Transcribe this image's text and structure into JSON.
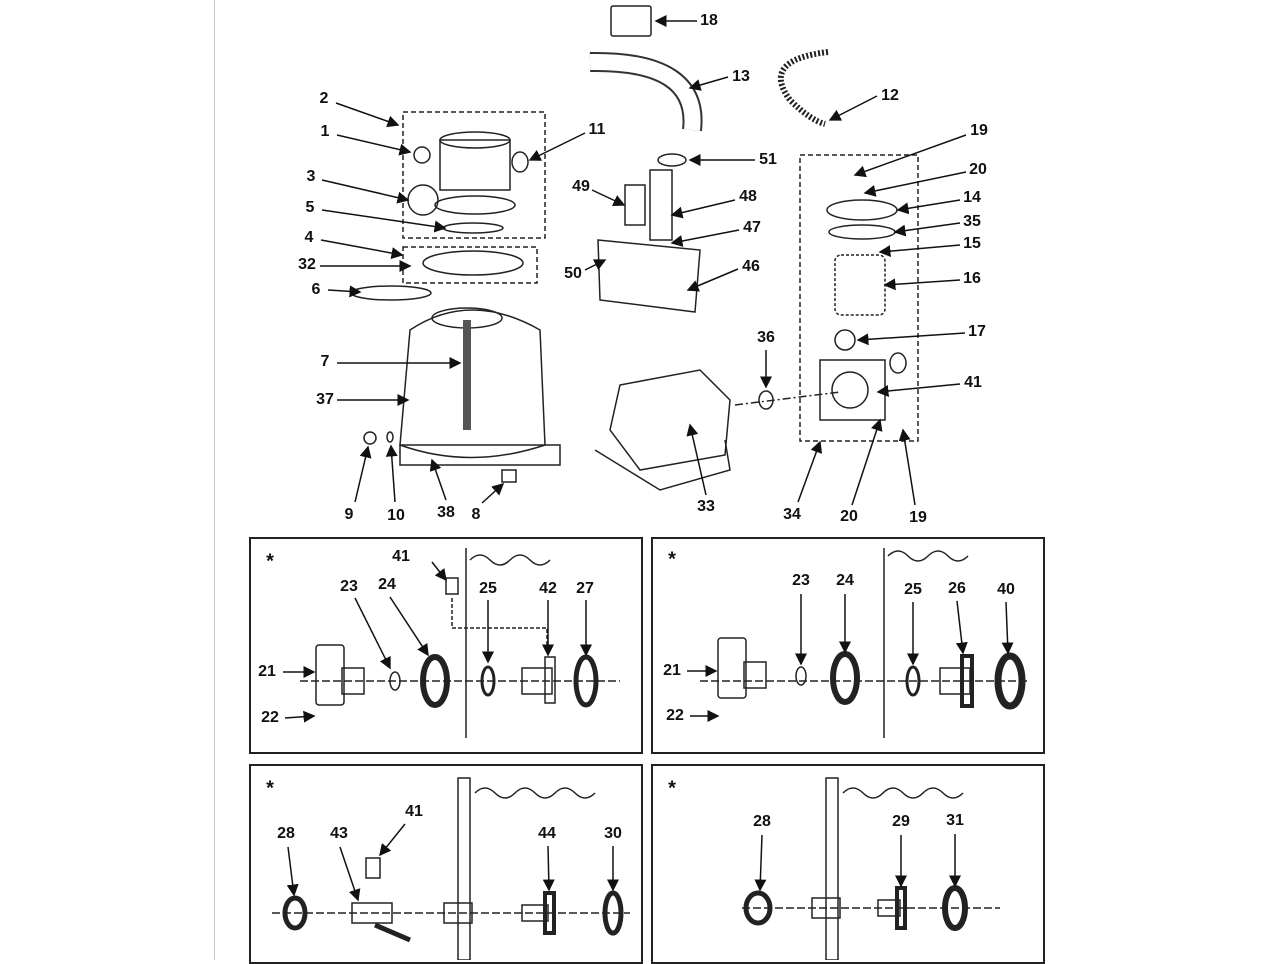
{
  "callouts": [
    "18",
    "13",
    "12",
    "2",
    "1",
    "11",
    "19",
    "51",
    "20",
    "3",
    "49",
    "48",
    "14",
    "5",
    "35",
    "47",
    "4",
    "15",
    "32",
    "46",
    "50",
    "16",
    "6",
    "17",
    "36",
    "7",
    "41",
    "37",
    "9",
    "10",
    "38",
    "8",
    "33",
    "34",
    "20",
    "19"
  ],
  "panel1": {
    "star": "*",
    "callouts": [
      "41",
      "23",
      "24",
      "25",
      "42",
      "27",
      "21",
      "22"
    ]
  },
  "panel2": {
    "star": "*",
    "callouts": [
      "23",
      "24",
      "25",
      "26",
      "40",
      "21",
      "22"
    ]
  },
  "panel3": {
    "star": "*",
    "callouts": [
      "41",
      "28",
      "43",
      "44",
      "30"
    ]
  },
  "panel4": {
    "star": "*",
    "callouts": [
      "28",
      "29",
      "31"
    ]
  }
}
